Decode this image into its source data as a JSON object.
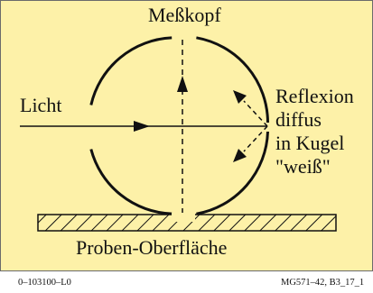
{
  "labels": {
    "head": "Meßkopf",
    "light": "Licht",
    "reflection": [
      "Reflexion",
      "diffus",
      "in Kugel",
      "\"weiß\""
    ],
    "surface": "Proben-Oberfläche"
  },
  "footer": {
    "left": "0–103100–L0",
    "right": "MG571–42, B3_17_1"
  },
  "colors": {
    "background": "#fdf1a8",
    "ink": "#111111",
    "border": "#6b6b6b"
  }
}
